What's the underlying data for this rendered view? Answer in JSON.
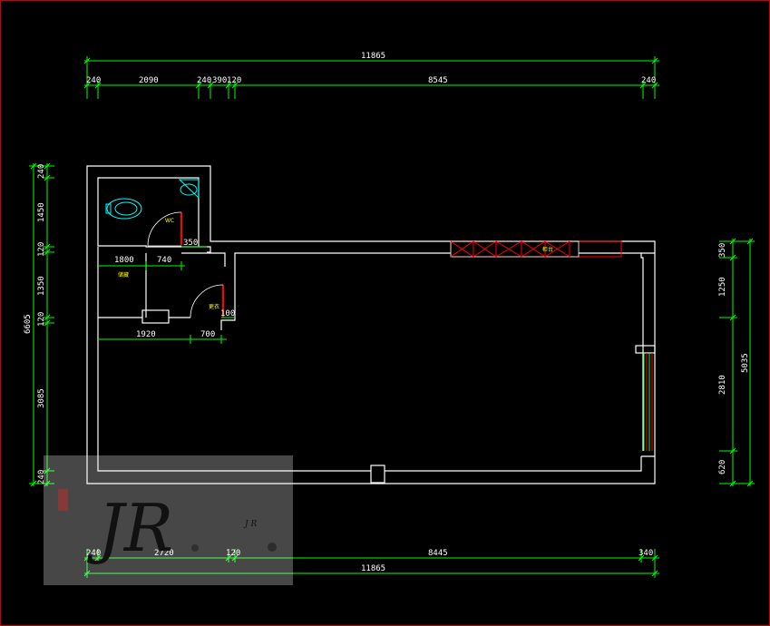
{
  "colors": {
    "background": "#000000",
    "wall": "#ffffff",
    "dimension": "#00ff00",
    "fixture": "#00ffff",
    "door": "#ff0000",
    "label": "#ffff00",
    "frame": "#cc0000"
  },
  "dimensions": {
    "top_overall": "11865",
    "top_segments": [
      "240",
      "2090",
      "240",
      "390",
      "120",
      "8545",
      "240"
    ],
    "bottom_overall": "11865",
    "bottom_segments": [
      "240",
      "2720",
      "120",
      "8445",
      "340"
    ],
    "left_overall": "6605",
    "left_segments": [
      "240",
      "1450",
      "120",
      "1350",
      "120",
      "3085",
      "240"
    ],
    "right_overall": "5035",
    "right_segments": [
      "350",
      "1250",
      "2810",
      "620"
    ],
    "interior": {
      "wc_door_width": "350",
      "room_width_a": "1800",
      "room_width_b": "740",
      "hall_width": "1920",
      "hall_door": "700",
      "door_offset": "100"
    }
  },
  "room_labels": {
    "wc": "WC",
    "storage": "储藏",
    "changing": "更衣",
    "cabinet": "柜台"
  },
  "watermark": {
    "letters": "JR",
    "small": "J R"
  }
}
